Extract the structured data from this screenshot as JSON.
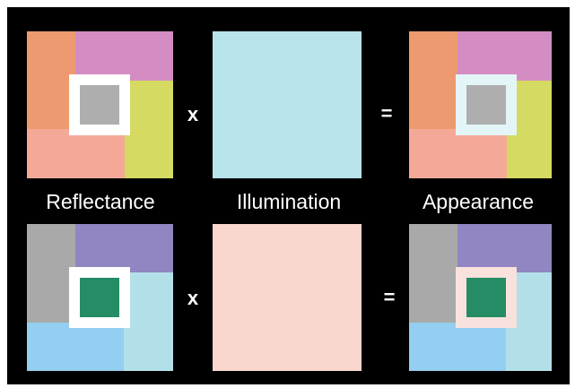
{
  "labels": {
    "reflectance": "Reflectance",
    "illumination": "Illumination",
    "appearance": "Appearance"
  },
  "operators": {
    "multiply": "x",
    "equals": "="
  },
  "colors": {
    "background": "#000000",
    "row1": {
      "reflectance": {
        "top_left": "#EE9A70",
        "top_right": "#D38DC2",
        "bottom_left": "#F4A998",
        "bottom_right": "#D4DA62",
        "frame": "#FFFFFF",
        "center": "#AEAEAE"
      },
      "illumination": "#B9E3EA",
      "appearance": {
        "top_left": "#EE9A70",
        "top_right": "#D38DC2",
        "bottom_left": "#F4A998",
        "bottom_right": "#D4DA62",
        "frame": "#E4F5F8",
        "center": "#AEAEAE"
      }
    },
    "row2": {
      "reflectance": {
        "top_left": "#A9A9A9",
        "top_right": "#9186C2",
        "bottom_left": "#94CEF0",
        "bottom_right": "#B3E0E8",
        "frame": "#FFFFFF",
        "center": "#268C65"
      },
      "illumination": "#F9D6CE",
      "appearance": {
        "top_left": "#A9A9A9",
        "top_right": "#9186C2",
        "bottom_left": "#94CEF0",
        "bottom_right": "#B3E0E8",
        "frame": "#F9E2DE",
        "center": "#268C65"
      }
    }
  }
}
